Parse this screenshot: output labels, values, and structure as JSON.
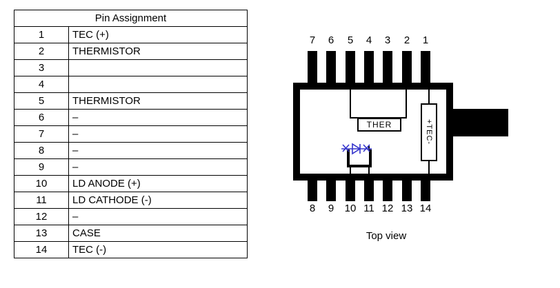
{
  "table": {
    "title": "Pin Assignment",
    "rows": [
      {
        "pin": "1",
        "label": "TEC (+)"
      },
      {
        "pin": "2",
        "label": "THERMISTOR"
      },
      {
        "pin": "3",
        "label": ""
      },
      {
        "pin": "4",
        "label": ""
      },
      {
        "pin": "5",
        "label": "THERMISTOR"
      },
      {
        "pin": "6",
        "label": "–"
      },
      {
        "pin": "7",
        "label": "–"
      },
      {
        "pin": "8",
        "label": "–"
      },
      {
        "pin": "9",
        "label": "–"
      },
      {
        "pin": "10",
        "label": "LD ANODE (+)"
      },
      {
        "pin": "11",
        "label": "LD CATHODE (-)"
      },
      {
        "pin": "12",
        "label": "–"
      },
      {
        "pin": "13",
        "label": "CASE"
      },
      {
        "pin": "14",
        "label": "TEC (-)"
      }
    ]
  },
  "diagram": {
    "top_pins": [
      "7",
      "6",
      "5",
      "4",
      "3",
      "2",
      "1"
    ],
    "bottom_pins": [
      "8",
      "9",
      "10",
      "11",
      "12",
      "13",
      "14"
    ],
    "thermistor_label": "THER",
    "tec_label": "+TEC-",
    "caption": "Top view",
    "diode_color": "#3333cc",
    "line_color": "#000000"
  }
}
